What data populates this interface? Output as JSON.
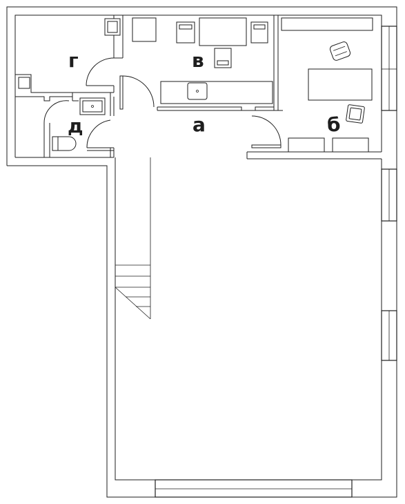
{
  "rooms": {
    "a": "а",
    "b": "б",
    "v": "в",
    "g": "г",
    "d": "д"
  }
}
